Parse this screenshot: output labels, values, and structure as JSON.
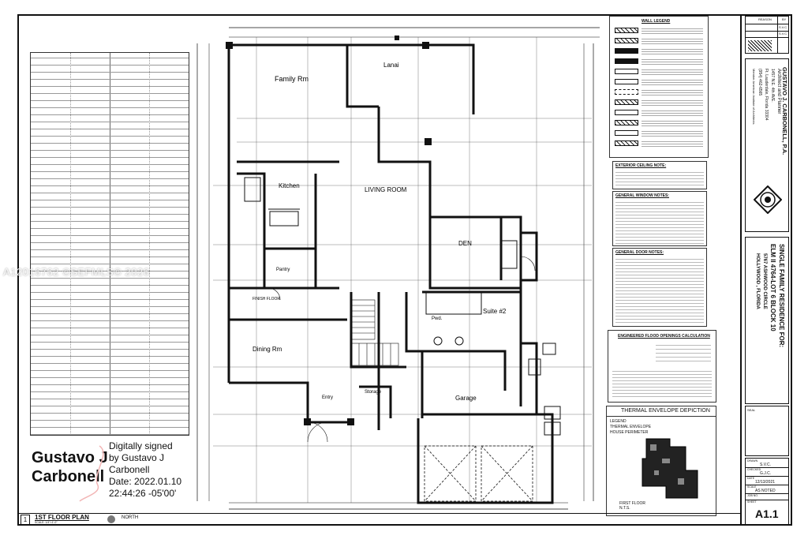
{
  "plan": {
    "rooms": {
      "family": "Family Rm",
      "lanai": "Lanai",
      "living": "LIVING ROOM",
      "kitchen": "Kitchen",
      "pantry": "Pantry",
      "den": "DEN",
      "suite": "Suite #2",
      "dining": "Dining Rm",
      "garage": "Garage",
      "storage": "Storage",
      "entry": "Entry",
      "pwd": "Pwd."
    },
    "finish_floor": "FINISH FLOOR"
  },
  "notes": {
    "wall_legend": "WALL LEGEND",
    "exterior_ceiling": "EXTERIOR CEILING NOTE:",
    "window_notes": "GENERAL WINDOW NOTES:",
    "door_notes": "GENERAL DOOR NOTES:",
    "flood": "ENGINEERED FLOOD OPENINGS CALCULATION",
    "thermal": "THERMAL ENVELOPE DEPICTION",
    "thermal_legend": [
      "LEGEND",
      "THERMAL ENVELOPE",
      "HOUSE PERIMETER"
    ],
    "first_floor": "FIRST FLOOR",
    "nts": "N.T.S."
  },
  "titleblock": {
    "reason": "REASON",
    "by": "BY",
    "svc1": "S.V.C.",
    "svc2": "S.V.C.",
    "firm": "GUSTAVO J. CARBONELL, P.A.",
    "firm_sub": "Architect and Planner",
    "address1": "1457 N.E. 4th AVE.",
    "address2": "Ft. Lauderdale, Florida 33304",
    "phone": "(954) 462-6565",
    "member": "Member American Institute of Architects",
    "project_title": "SINGLE FAMILY RESIDENCE FOR:",
    "project_lot": "ELM II 4764-LOT 6 BLOCK 10",
    "project_addr1": "5767 ASHWOOD CIRCLE",
    "project_addr2": "HOLLYWOOD , FLORIDA",
    "seal": "SEAL",
    "drawn_label": "DRAWN",
    "drawn": "S.V.C.",
    "checked_label": "CHECKED",
    "checked": "G.J.C.",
    "date_label": "DATE",
    "date": "12/13/2021",
    "scale_label": "SCALE",
    "scale": "AS NOTED",
    "job_label": "JOB NO.",
    "sheet_label": "SHEET",
    "sheet": "A1.1"
  },
  "signature": {
    "name_line1": "Gustavo J",
    "name_line2": "Carbonell",
    "l1": "Digitally signed",
    "l2": "by Gustavo J",
    "l3": "Carbonell",
    "l4": "Date: 2022.01.10",
    "l5": "22:44:26 -05'00'"
  },
  "watermark": "A12016762 ©SEFMLS© 2026",
  "footer": {
    "number": "1",
    "title": "1ST FLOOR PLAN",
    "scale": "SCALE: 1/4\"=1'-0\"",
    "north": "NORTH"
  }
}
